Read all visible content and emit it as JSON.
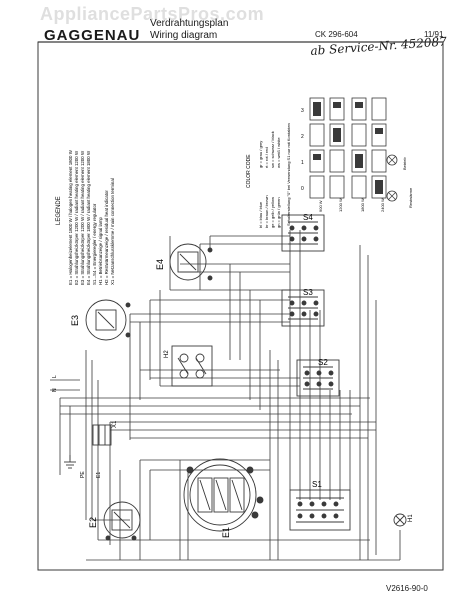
{
  "watermark": "AppliancePartsPros.com",
  "header": {
    "brand": "GAGGENAU",
    "title_line1": "Verdrahtungsplan",
    "title_line2": "Wiring diagram",
    "doc_number": "CK 296-604",
    "date": "11/91"
  },
  "handwritten_note": "ab Service-Nr. 452087",
  "figure_code": "V2616-90-0",
  "components": {
    "e1": "E1",
    "e2": "E2",
    "e3": "E3",
    "e4": "E4",
    "s1": "S1",
    "s2": "S2",
    "s3": "S3",
    "s4": "S4",
    "h2": "H2",
    "x1": "X1",
    "h1": "H1"
  },
  "legend": {
    "title": "LEGENDE",
    "items": [
      "E1 = Halogenheizelement 1800 W / halogen heating element 1800 W",
      "E2 = Strahlungsheizkörper 1200 W / radiant heating element 1200 W",
      "E3 = Strahlungsheizkörper 1200 W / radiant heating element 1200 W",
      "E4 = Strahlungsheizkörper 1800 W / radiant heating element 1800 W",
      "S1...S4 = Energieregler / energy regulator",
      "H1 = Betriebsanzeige / signal lamp",
      "H2 = Restwärmeanzeige / residual heat indicator",
      "X1 = Netzanschlussklemme / main connection terminal"
    ]
  },
  "color_code": {
    "title": "COLOR CODE",
    "items": [
      "bl = blau / blue",
      "br = braun / brown",
      "ge = gelb / yellow",
      "gn = grün / green",
      "gr = grau / grey",
      "rt = rot / red",
      "sw = schwarz / black",
      "ws = weiß / white"
    ]
  },
  "switch_note": "Schalterstellung \"0\" bei Verwendung S1 nur mit Kontakten",
  "switch_labels": {
    "values": [
      "3",
      "2",
      "1",
      "0"
    ]
  },
  "power_labels": [
    "900 W",
    "1200 W",
    "1800 W",
    "2400 W"
  ],
  "circuit_labels": [
    "Betrieb",
    "Restwärme"
  ],
  "supply_labels": [
    "L",
    "N",
    "PE",
    "E1"
  ],
  "colors": {
    "line": "#3a3a3a",
    "paper": "#ffffff",
    "ink": "#1a1a1a"
  }
}
